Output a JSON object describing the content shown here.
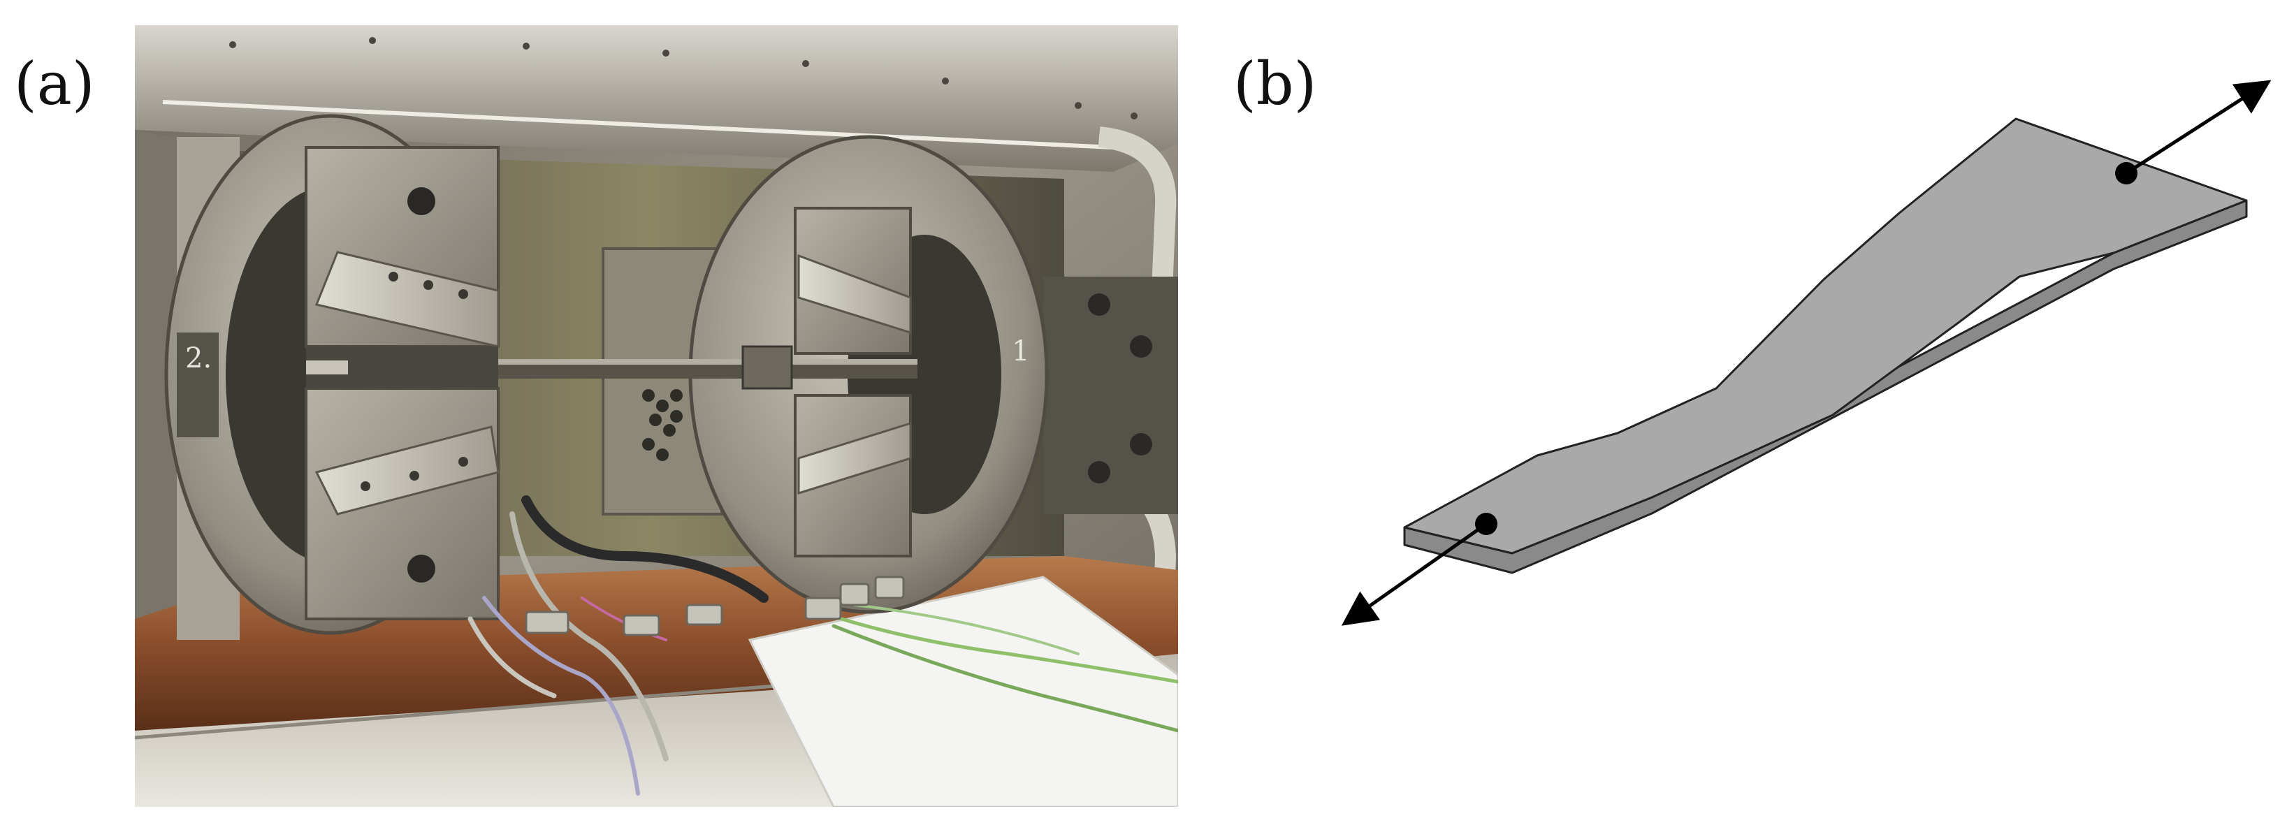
{
  "figure": {
    "panel_a_label": "(a)",
    "panel_b_label": "(b)"
  },
  "photo": {
    "left_grip_number": "2.",
    "right_grip_number": "1"
  },
  "colors": {
    "specimen_top": "#a9a9a9",
    "specimen_side": "#8a8a8a",
    "chamber_steel": "#9a9488",
    "grip_steel": "#8f8b82",
    "copper_floor": "#8a4e2c"
  }
}
